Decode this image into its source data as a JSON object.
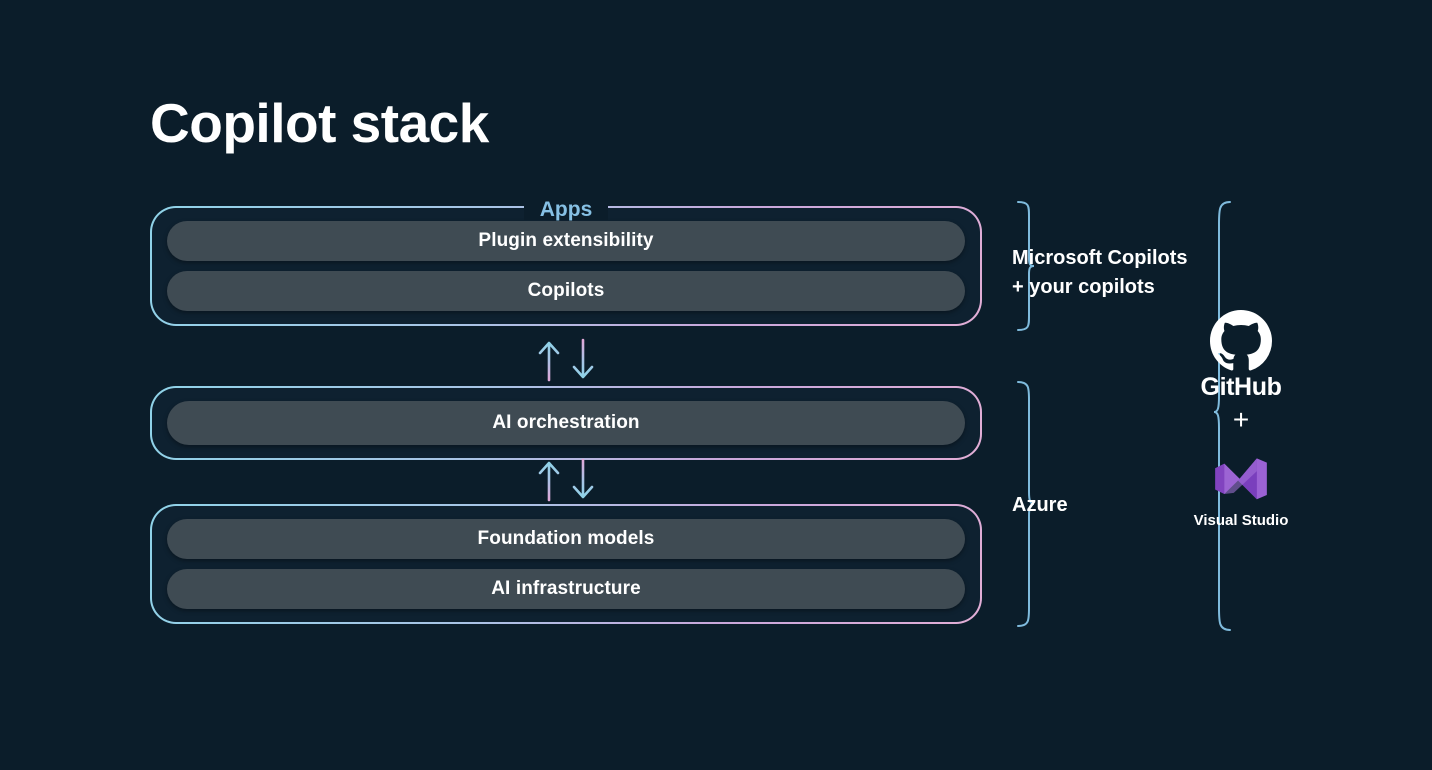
{
  "title": "Copilot stack",
  "background_color": "#0b1d2a",
  "accent_gradient": {
    "from": "#8fd3e8",
    "to": "#e2aed6"
  },
  "legend": {
    "apps_label": "Apps",
    "apps_label_color": "#86c0e4"
  },
  "layers": [
    {
      "id": "apps",
      "legend": "Apps",
      "pills": [
        {
          "label": "Plugin extensibility"
        },
        {
          "label": "Copilots"
        }
      ]
    },
    {
      "id": "orchestration",
      "legend": "",
      "pills": [
        {
          "label": "AI orchestration"
        }
      ]
    },
    {
      "id": "foundation",
      "legend": "",
      "pills": [
        {
          "label": "Foundation models"
        },
        {
          "label": "AI infrastructure"
        }
      ]
    }
  ],
  "connectors": [
    {
      "up": "↑",
      "down": "↓"
    },
    {
      "up": "↑",
      "down": "↓"
    }
  ],
  "annotations": {
    "copilots": {
      "line1": "Microsoft Copilots",
      "line2": "+ your copilots"
    },
    "azure": {
      "label": "Azure"
    }
  },
  "tools": {
    "github": {
      "name": "GitHub",
      "icon": "github-icon",
      "color": "#ffffff"
    },
    "plus": {
      "label": "+"
    },
    "visual_studio": {
      "name": "Visual Studio",
      "icon": "visual-studio-icon",
      "color": "#8b5fc4"
    }
  }
}
